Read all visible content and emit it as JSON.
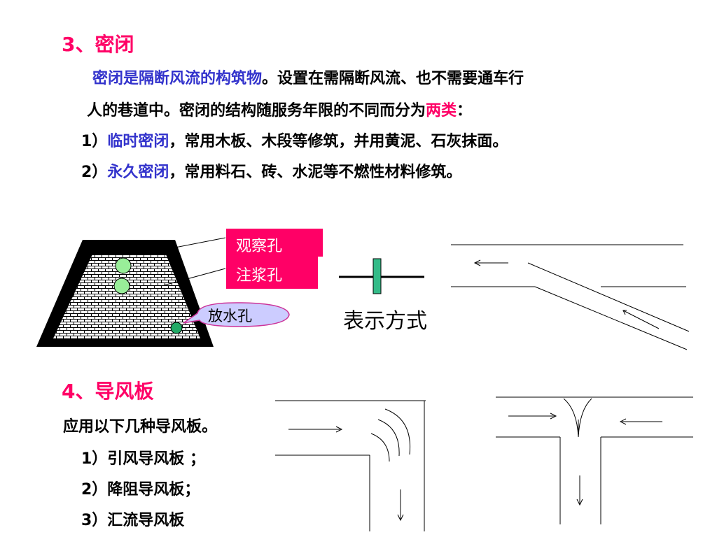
{
  "section3": {
    "heading": "3、密闭",
    "para1_a": "密闭是隔断风流的构筑物",
    "para1_b": "。设置在需隔断风流、也不需要通车行",
    "para2_a": "人的巷道中。密闭的结构随服务年限的不同而分为",
    "para2_b": "两类",
    "para2_c": "：",
    "item1_num": "1）",
    "item1_term": "临时密闭",
    "item1_rest": "，常用木板、木段等修筑，并用黄泥、石灰抹面。",
    "item2_num": "2）",
    "item2_term": "永久密闭",
    "item2_rest": "，常用料石、砖、水泥等不燃性材料修筑。"
  },
  "diagram": {
    "label_observe": "观察孔",
    "label_grout": "注浆孔",
    "label_drain": "放水孔",
    "symbol_caption": "表示方式"
  },
  "section4": {
    "heading": "4、导风板",
    "intro": "应用以下几种导风板。",
    "items": [
      "1）引风导风板 ；",
      "2）降阻导风板；",
      "3）汇流导风板"
    ]
  },
  "colors": {
    "heading": "#ff0066",
    "term": "#3333cc",
    "label_box": "#ff0066",
    "drain_bubble": "#ccccff",
    "hole_light": "#99ee99",
    "hole_dark": "#22aa66",
    "symbol_bar": "#33bb88"
  }
}
